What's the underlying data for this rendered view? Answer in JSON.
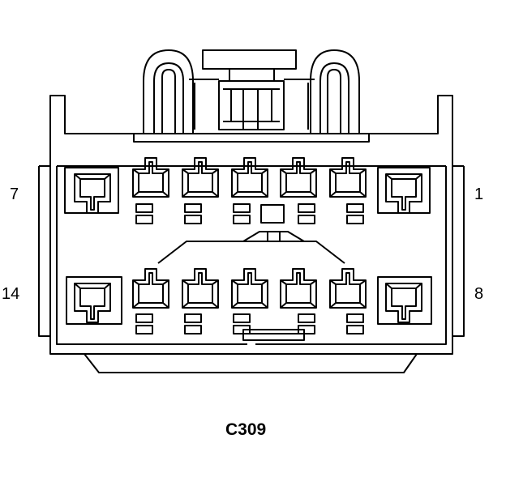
{
  "connector": {
    "id": "C309",
    "pin_labels": {
      "top_right": "1",
      "top_left": "7",
      "bottom_right": "8",
      "bottom_left": "14"
    }
  },
  "colors": {
    "line": "#000000",
    "background": "#ffffff"
  }
}
